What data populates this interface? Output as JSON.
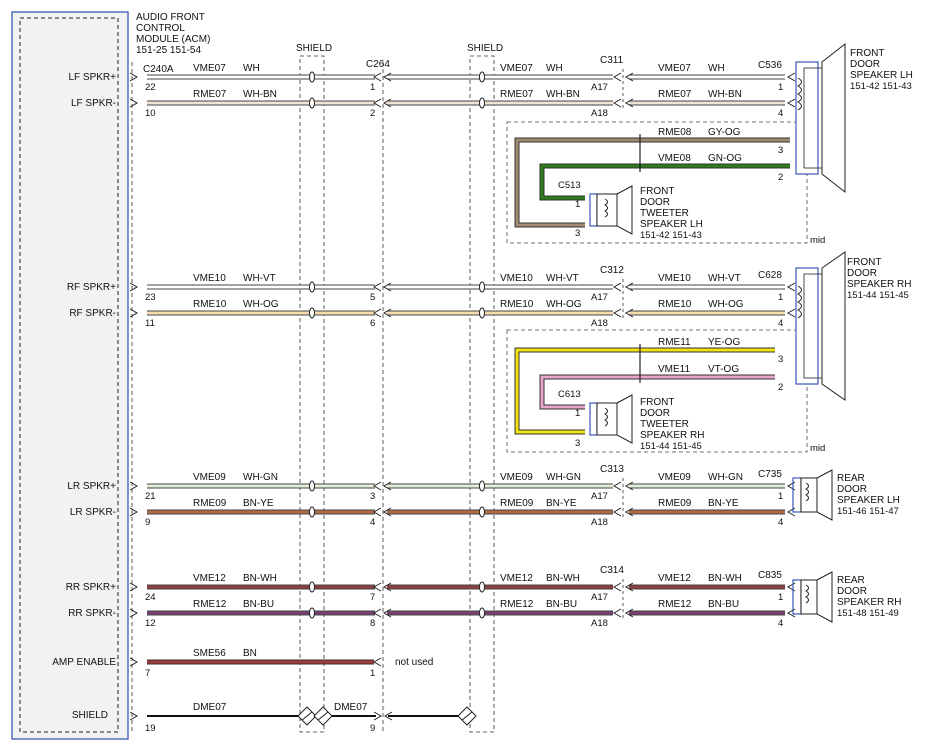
{
  "module": {
    "title_lines": [
      "AUDIO FRONT",
      "CONTROL",
      "MODULE (ACM)",
      "151-25  151-54"
    ],
    "connector": "C240A"
  },
  "shield_labels": [
    "SHIELD",
    "SHIELD"
  ],
  "inline_connector": "C264",
  "circuits": [
    {
      "signal": "LF SPKR+",
      "pin_acm": "22",
      "pin_c264": "1",
      "circuit": "VME07",
      "color": "WH",
      "inline": "C311",
      "pin_inline": "A17",
      "speaker_conn": "C536",
      "pin_spk": "1",
      "trace": "#ffffff",
      "dashed_left": false
    },
    {
      "signal": "LF SPKR-",
      "pin_acm": "10",
      "pin_c264": "2",
      "circuit": "RME07",
      "color": "WH-BN",
      "inline": "",
      "pin_inline": "A18",
      "speaker_conn": "",
      "pin_spk": "4",
      "trace": "#f3e3d5",
      "dashed_left": false
    },
    {
      "signal": "RF SPKR+",
      "pin_acm": "23",
      "pin_c264": "5",
      "circuit": "VME10",
      "color": "WH-VT",
      "inline": "C312",
      "pin_inline": "A17",
      "speaker_conn": "C628",
      "pin_spk": "1",
      "trace": "#ffffff",
      "dashed_left": false
    },
    {
      "signal": "RF SPKR-",
      "pin_acm": "11",
      "pin_c264": "6",
      "circuit": "RME10",
      "color": "WH-OG",
      "inline": "",
      "pin_inline": "A18",
      "speaker_conn": "",
      "pin_spk": "4",
      "trace": "#f7dcae",
      "dashed_left": false
    },
    {
      "signal": "LR SPKR+",
      "pin_acm": "21",
      "pin_c264": "3",
      "circuit": "VME09",
      "color": "WH-GN",
      "inline": "C313",
      "pin_inline": "A17",
      "speaker_conn": "C735",
      "pin_spk": "1",
      "trace": "#e4efd9",
      "dashed_left": false
    },
    {
      "signal": "LR SPKR-",
      "pin_acm": "9",
      "pin_c264": "4",
      "circuit": "RME09",
      "color": "BN-YE",
      "inline": "",
      "pin_inline": "A18",
      "speaker_conn": "",
      "pin_spk": "4",
      "trace": "#b26a45",
      "dashed_left": false
    },
    {
      "signal": "RR SPKR+",
      "pin_acm": "24",
      "pin_c264": "7",
      "circuit": "VME12",
      "color": "BN-WH",
      "inline": "C314",
      "pin_inline": "A17",
      "speaker_conn": "C835",
      "pin_spk": "1",
      "trace": "#8c3f3f",
      "dashed_left": false
    },
    {
      "signal": "RR SPKR-",
      "pin_acm": "12",
      "pin_c264": "8",
      "circuit": "RME12",
      "color": "BN-BU",
      "inline": "",
      "pin_inline": "A18",
      "speaker_conn": "",
      "pin_spk": "4",
      "trace": "#7a3f72",
      "dashed_left": false
    }
  ],
  "amp_enable": {
    "signal": "AMP ENABLE",
    "pin_acm": "7",
    "pin_c264": "1",
    "circuit": "SME56",
    "color": "BN",
    "note": "not used",
    "trace": "#a33a3a"
  },
  "shield_wire": {
    "signal": "SHIELD",
    "pin_acm": "19",
    "pin_c264": "9",
    "circuit_left": "DME07",
    "circuit_right": "DME07"
  },
  "speakers": [
    {
      "lines": [
        "FRONT",
        "DOOR",
        "SPEAKER LH",
        "151-42  151-43"
      ]
    },
    {
      "lines": [
        "FRONT",
        "DOOR",
        "SPEAKER RH",
        "151-44  151-45"
      ]
    },
    {
      "lines": [
        "REAR",
        "DOOR",
        "SPEAKER LH",
        "151-46  151-47"
      ]
    },
    {
      "lines": [
        "REAR",
        "DOOR",
        "SPEAKER RH",
        "151-48  151-49"
      ]
    }
  ],
  "tweeters": [
    {
      "connector": "C513",
      "lines": [
        "FRONT",
        "DOOR",
        "TWEETER",
        "SPEAKER LH",
        "151-42  151-43"
      ],
      "wires": [
        {
          "circuit": "RME08",
          "color": "GY-OG",
          "pin": "3",
          "trace": "#a08c72"
        },
        {
          "circuit": "VME08",
          "color": "GN-OG",
          "pin": "2",
          "trace": "#2e7d1a"
        }
      ],
      "pins": [
        "1",
        "3"
      ],
      "mid": "mid"
    },
    {
      "connector": "C613",
      "lines": [
        "FRONT",
        "DOOR",
        "TWEETER",
        "SPEAKER RH",
        "151-44  151-45"
      ],
      "wires": [
        {
          "circuit": "RME11",
          "color": "YE-OG",
          "pin": "3",
          "trace": "#f2e20f"
        },
        {
          "circuit": "VME11",
          "color": "VT-OG",
          "pin": "2",
          "trace": "#e9a6c8"
        }
      ],
      "pins": [
        "1",
        "3"
      ],
      "mid": "mid"
    }
  ]
}
